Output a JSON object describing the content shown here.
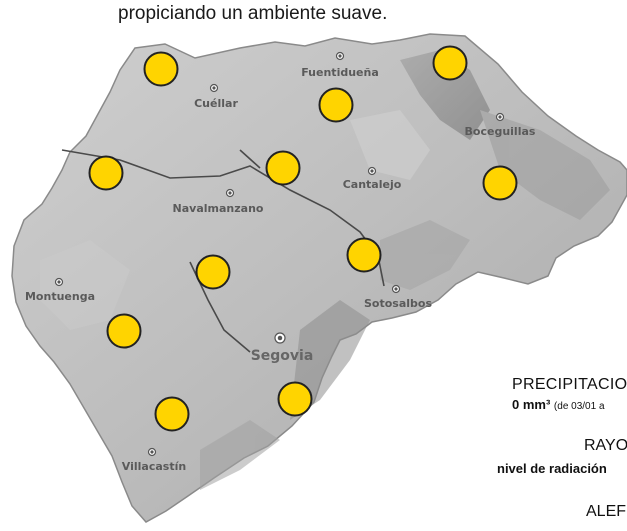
{
  "intro_text": "propiciando un ambiente suave.",
  "map": {
    "towns": [
      {
        "id": "fuentiduena",
        "name": "Fuentidueña",
        "capital": false
      },
      {
        "id": "cuellar",
        "name": "Cuéllar",
        "capital": false
      },
      {
        "id": "boceguillas",
        "name": "Boceguillas",
        "capital": false
      },
      {
        "id": "cantalejo",
        "name": "Cantalejo",
        "capital": false
      },
      {
        "id": "navalmanzano",
        "name": "Navalmanzano",
        "capital": false
      },
      {
        "id": "montuenga",
        "name": "Montuenga",
        "capital": false
      },
      {
        "id": "sotosalbos",
        "name": "Sotosalbos",
        "capital": false
      },
      {
        "id": "segovia",
        "name": "Segovia",
        "capital": true
      },
      {
        "id": "villacastin",
        "name": "Villacastín",
        "capital": false
      }
    ],
    "weather_icon": "sun-icon",
    "sun_count": 12,
    "colors": {
      "sun_fill": "#FFD400",
      "sun_stroke": "#222222",
      "terrain": "#bdbdbd"
    }
  },
  "panel": {
    "precipitation_title": "PRECIPITACIO",
    "precipitation_value": "0 mm³",
    "precipitation_note": "(de 03/01 a",
    "rayos_title": "RAYO",
    "radiation_label": "nivel de radiación",
    "alertas_title": "ALEF"
  }
}
